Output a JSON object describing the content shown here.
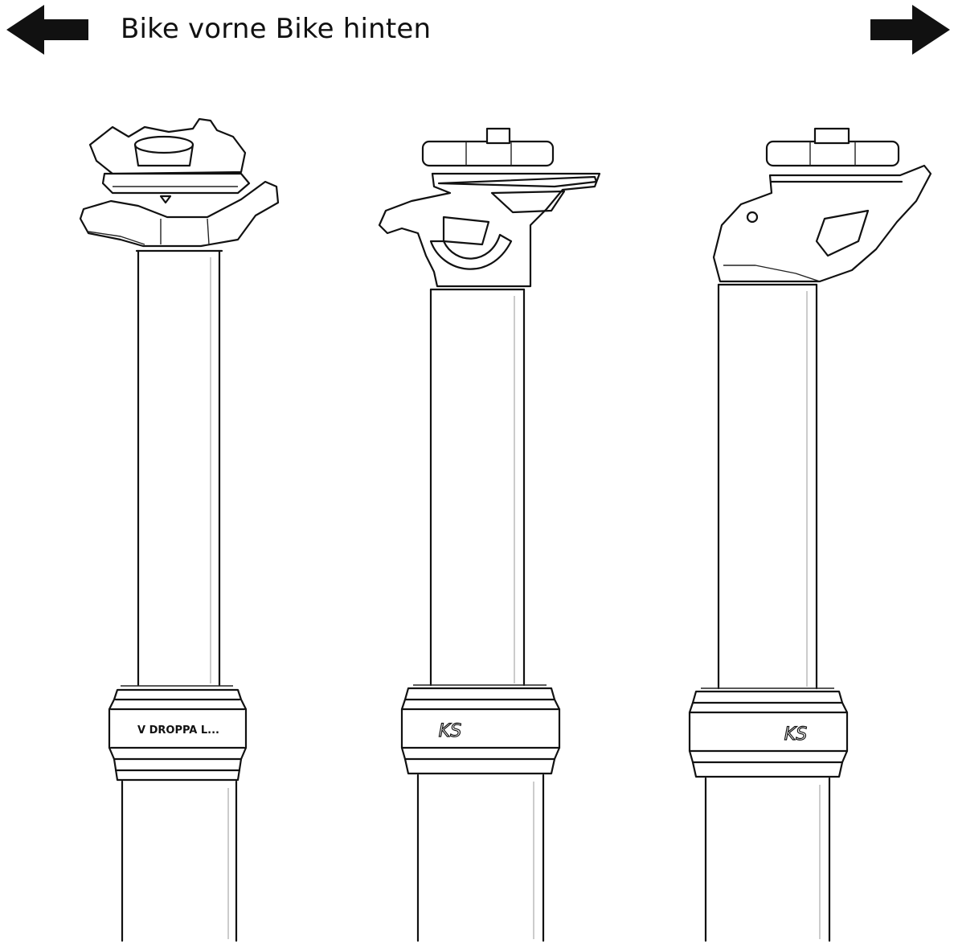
{
  "header": {
    "direction_label": "Bike vorne Bike hinten",
    "left_arrow_icon": "arrow-left-icon",
    "right_arrow_icon": "arrow-right-icon"
  },
  "posts": [
    {
      "icon": "seatpost-two-bolt-clamp-icon",
      "collar_mark": "V DROPPA L..."
    },
    {
      "icon": "seatpost-rear-setback-clamp-icon",
      "collar_mark": "KS"
    },
    {
      "icon": "seatpost-rear-offset-clamp-icon",
      "collar_mark": "KS"
    }
  ],
  "colors": {
    "line": "#111111",
    "background": "#ffffff"
  }
}
